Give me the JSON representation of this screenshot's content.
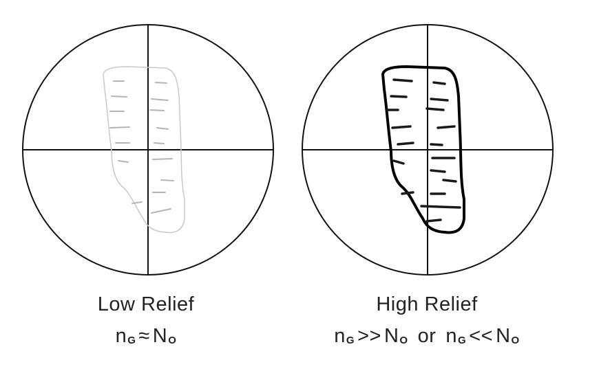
{
  "panels": [
    {
      "title": "Low Relief",
      "formula": {
        "a_base": "n",
        "a_sub": "G",
        "op": "≈",
        "b_base": "N",
        "b_sub": "O"
      },
      "outline_color": "#c8c8c8",
      "stripe_color": "#b4b4b4"
    },
    {
      "title": "High Relief",
      "formula1": {
        "a_base": "n",
        "a_sub": "G",
        "op": ">>",
        "b_base": "N",
        "b_sub": "O"
      },
      "joiner": "or",
      "formula2": {
        "a_base": "n",
        "a_sub": "G",
        "op": "<<",
        "b_base": "N",
        "b_sub": "O"
      },
      "outline_color": "#000000",
      "stripe_color": "#1a1a1a"
    }
  ],
  "colors": {
    "circle": "#111111",
    "crosshair": "#111111"
  }
}
